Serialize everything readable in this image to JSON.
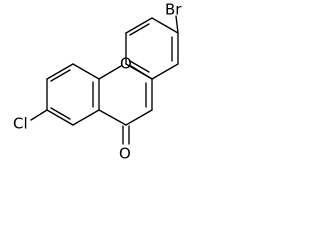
{
  "atom_labels": {
    "br": "Br",
    "o_ring": "O",
    "cl": "Cl",
    "o_carbonyl": "O"
  }
}
